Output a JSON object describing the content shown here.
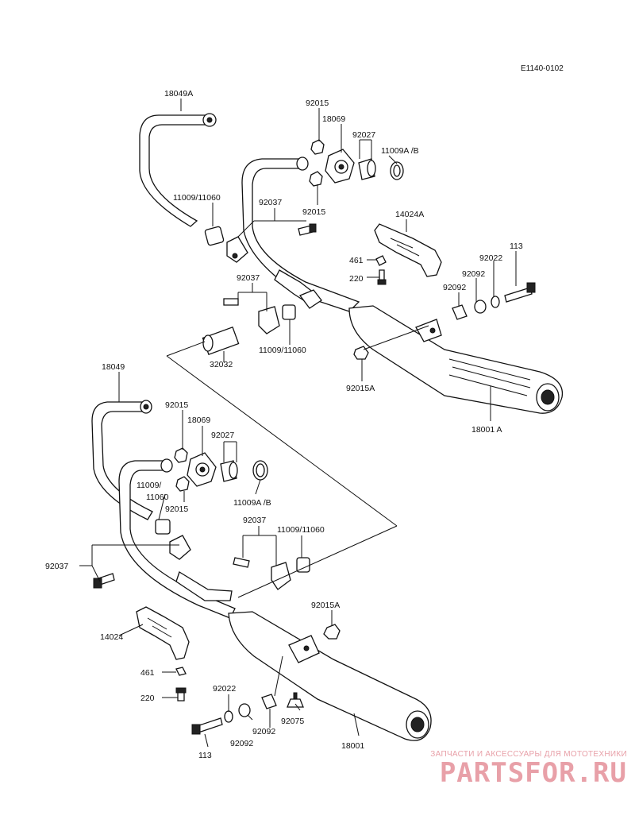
{
  "diagram": {
    "code": "E1140-0102",
    "labels": {
      "p18049A": "18049A",
      "p92015_top": "92015",
      "p18069_top": "18069",
      "p92027_top": "92027",
      "p11009AB_top": "11009A /B",
      "p11009_11060_top": "11009/11060",
      "p92037_top": "92037",
      "p92015_top2": "92015",
      "p14024A": "14024A",
      "p113_top": "113",
      "p461_top": "461",
      "p92022_top": "92022",
      "p220_top": "220",
      "p92092_top": "92092",
      "p92092_top2": "92092",
      "p92037_mid": "92037",
      "p32032": "32032",
      "p11009_11060_mid": "11009/11060",
      "p92015A_top": "92015A",
      "p18001A": "18001 A",
      "p18049": "18049",
      "p92015_bot": "92015",
      "p18069_bot": "18069",
      "p92027_bot": "92027",
      "p11009_bot_a": "11009/",
      "p11060_bot_b": "11060",
      "p92015_bot2": "92015",
      "p11009AB_bot": "11009A /B",
      "p92037_bot": "92037",
      "p11009_11060_bot": "11009/11060",
      "p92037_left": "92037",
      "p92015A_bot": "92015A",
      "p14024": "14024",
      "p461_bot": "461",
      "p220_bot": "220",
      "p92022_bot": "92022",
      "p92075": "92075",
      "p92092_bot": "92092",
      "p92092_bot2": "92092",
      "p113_bot": "113",
      "p18001": "18001"
    }
  },
  "watermark": {
    "tagline": "ЗАПЧАСТИ И АКСЕССУАРЫ ДЛЯ МОТОТЕХНИКИ",
    "logo": "PARTSFOR.RU"
  }
}
